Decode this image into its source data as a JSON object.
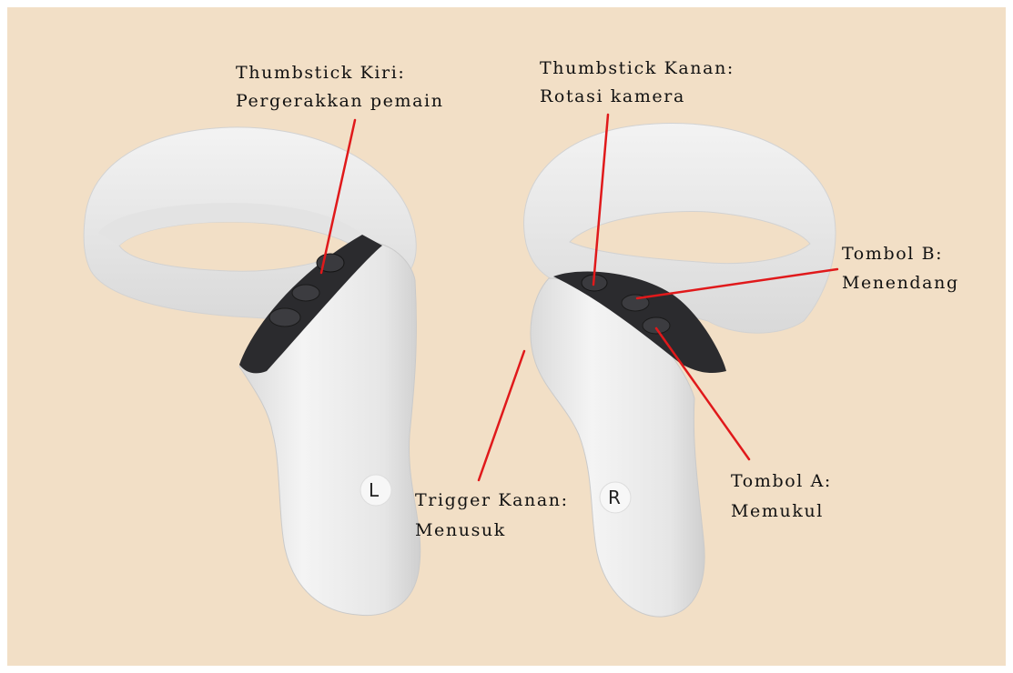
{
  "colors": {
    "background": "#F2DFC6",
    "controller_body": "#EDEDED",
    "controller_shadow": "#CFCFCF",
    "face_panel": "#2B2B2E",
    "leader_line": "#E0191B"
  },
  "controllers": {
    "left": {
      "badge": "L"
    },
    "right": {
      "badge": "R"
    }
  },
  "annotations": {
    "thumbstick_left": {
      "title": "Thumbstick Kiri:",
      "desc": "Pergerakkan pemain"
    },
    "thumbstick_right": {
      "title": "Thumbstick Kanan:",
      "desc": "Rotasi kamera"
    },
    "button_b": {
      "title": "Tombol B:",
      "desc": "Menendang"
    },
    "trigger_right": {
      "title": "Trigger Kanan:",
      "desc": "Menusuk"
    },
    "button_a": {
      "title": "Tombol A:",
      "desc": "Memukul"
    }
  }
}
